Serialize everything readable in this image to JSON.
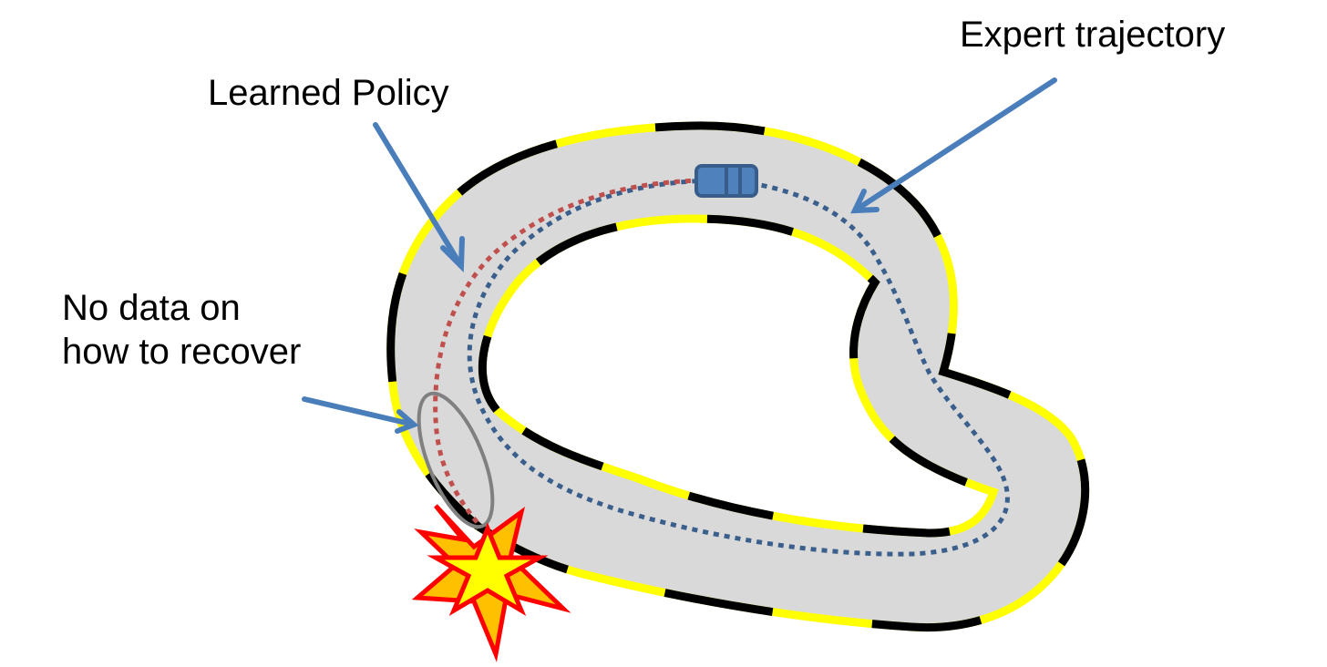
{
  "diagram": {
    "title": "Imitation learning compounding error on a race track",
    "labels": {
      "learned_policy": "Learned Policy",
      "expert_trajectory": "Expert trajectory",
      "no_data_line1": "No data on",
      "no_data_line2": "how to recover"
    },
    "elements": {
      "track": "race-track",
      "car": "car",
      "expert_path": "expert-trajectory-path",
      "learned_path": "learned-policy-path",
      "highlight": "recovery-gap-ellipse",
      "crash": "crash-explosion"
    },
    "colors": {
      "track_fill": "#d9d9d9",
      "edge_yellow": "#ffff00",
      "edge_black": "#000000",
      "expert_path": "#3a5f8c",
      "learned_path": "#c0504d",
      "arrow": "#4a7ebb",
      "car_fill": "#4f81bd",
      "car_stroke": "#385d8a",
      "ellipse": "#808080",
      "explosion_outer_fill": "#ffc000",
      "explosion_inner_fill": "#ffff00",
      "explosion_stroke": "#ff0000"
    }
  }
}
